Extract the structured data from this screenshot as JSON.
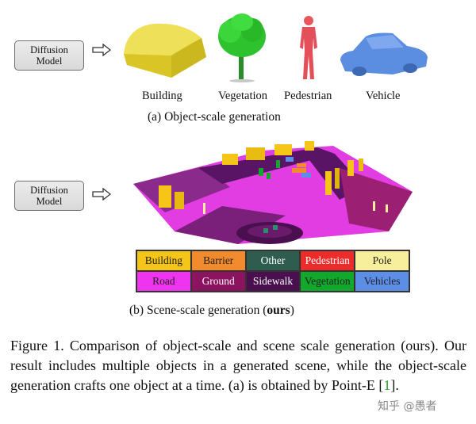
{
  "diffusion_box": {
    "line1": "Diffusion",
    "line2": "Model"
  },
  "objects": [
    {
      "label": "Building"
    },
    {
      "label": "Vegetation"
    },
    {
      "label": "Pedestrian"
    },
    {
      "label": "Vehicle"
    }
  ],
  "subcaption_a": "(a) Object-scale generation",
  "legend": [
    {
      "label": "Building",
      "color": "#f5c518",
      "text_color": "#222222"
    },
    {
      "label": "Barrier",
      "color": "#f28a2e",
      "text_color": "#222222"
    },
    {
      "label": "Other",
      "color": "#2e5d4f",
      "text_color": "#ffffff"
    },
    {
      "label": "Pedestrian",
      "color": "#ec2b2b",
      "text_color": "#ffffff"
    },
    {
      "label": "Pole",
      "color": "#f8ef9d",
      "text_color": "#222222"
    },
    {
      "label": "Road",
      "color": "#ef34ef",
      "text_color": "#222222"
    },
    {
      "label": "Ground",
      "color": "#8c1360",
      "text_color": "#ffffff"
    },
    {
      "label": "Sidewalk",
      "color": "#4a0f4f",
      "text_color": "#ffffff"
    },
    {
      "label": "Vegetation",
      "color": "#11a82c",
      "text_color": "#222222"
    },
    {
      "label": "Vehicles",
      "color": "#5c8ee8",
      "text_color": "#222222"
    }
  ],
  "subcaption_b": {
    "prefix": "(b) Scene-scale generation (",
    "bold": "ours",
    "suffix": ")"
  },
  "caption": {
    "main": "Figure 1. Comparison of object-scale and scene scale generation (ours). Our result includes multiple objects in a generated scene, while the object-scale generation crafts one object at a time. (a) is obtained by Point-E [",
    "ref": "1",
    "end": "]."
  },
  "watermark": "知乎 @愚者"
}
